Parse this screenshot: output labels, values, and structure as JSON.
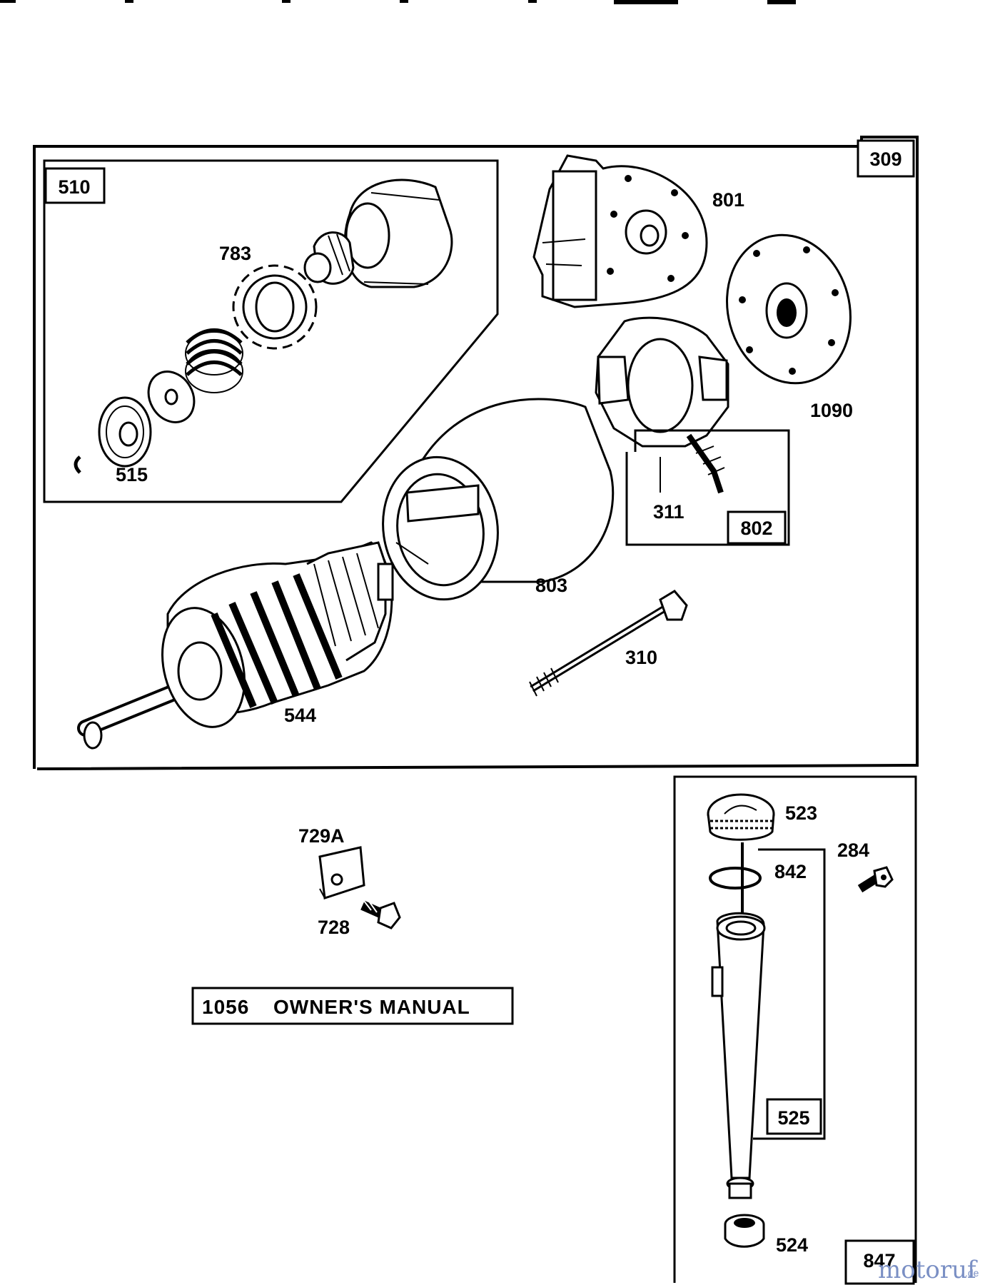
{
  "boxes": {
    "main": "309",
    "drive": "510",
    "brush": "802",
    "dipstick_tube": "525",
    "oil_fill": "847"
  },
  "parts": {
    "p783": "783",
    "p515": "515",
    "p801": "801",
    "p1090": "1090",
    "p311": "311",
    "p803": "803",
    "p310": "310",
    "p544": "544",
    "p729a": "729A",
    "p728": "728",
    "p523": "523",
    "p284": "284",
    "p842": "842",
    "p524": "524"
  },
  "manual": {
    "number": "1056",
    "text": "OWNER'S MANUAL"
  },
  "watermark": {
    "brand": "motoruf",
    "suffix": ".de"
  }
}
